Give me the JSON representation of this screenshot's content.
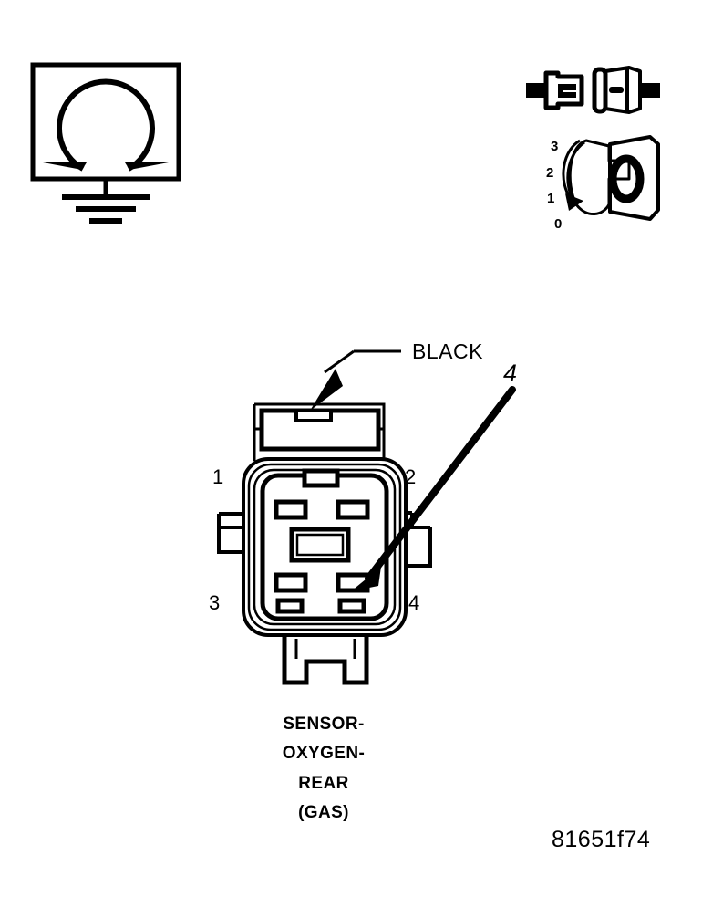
{
  "figure": {
    "id_code": "81651f74",
    "part_name_lines": [
      "SENSOR-",
      "OXYGEN-",
      "REAR",
      "(GAS)"
    ],
    "part_name_line1": "SENSOR-",
    "part_name_line2": "OXYGEN-",
    "part_name_line3": "REAR",
    "part_name_line4": "(GAS)"
  },
  "meter": {
    "symbol": "omega-ohm-symbol",
    "ground_symbol": "earth-ground-symbol"
  },
  "probe_tool": {
    "icon": "connector-probe-icon"
  },
  "dial": {
    "icon": "rotary-dial-icon",
    "center_value": "0",
    "ticks": [
      "3",
      "2",
      "1",
      "0"
    ],
    "tick_3": "3",
    "tick_2": "2",
    "tick_1": "1",
    "tick_0": "0"
  },
  "connector": {
    "wire_color_label": "BLACK",
    "callout_label": "4",
    "pins": [
      {
        "number": "1",
        "position": "top-left"
      },
      {
        "number": "2",
        "position": "top-right"
      },
      {
        "number": "3",
        "position": "bottom-left"
      },
      {
        "number": "4",
        "position": "bottom-right"
      }
    ],
    "pin_1": "1",
    "pin_2": "2",
    "pin_3": "3",
    "pin_4": "4"
  }
}
